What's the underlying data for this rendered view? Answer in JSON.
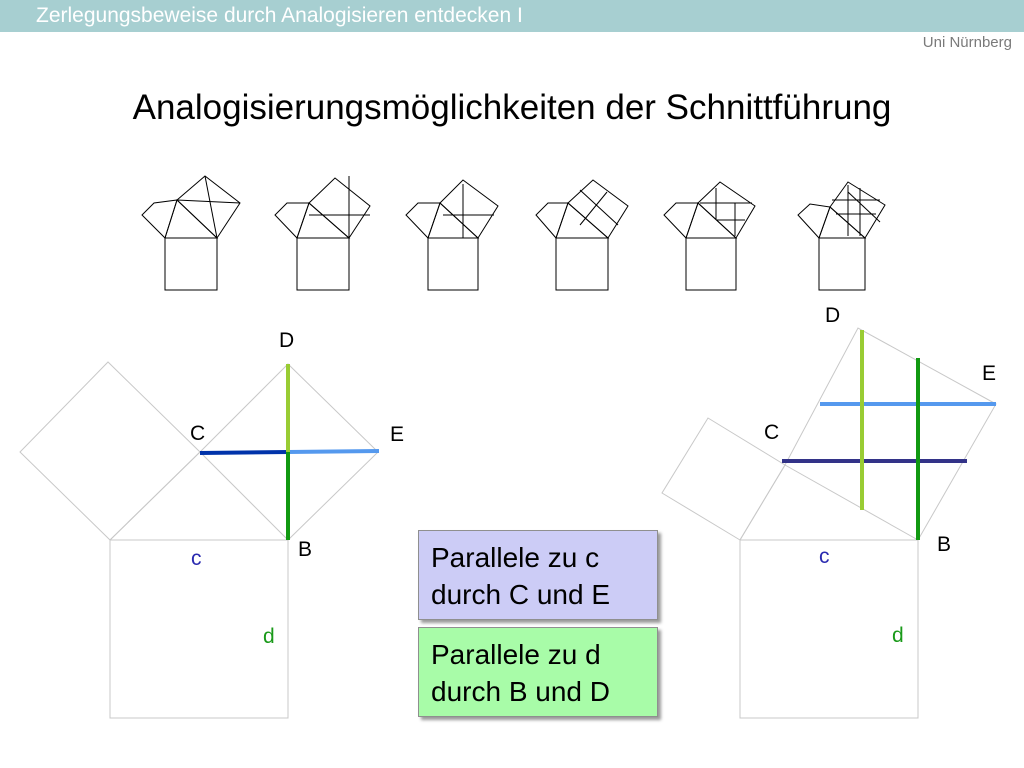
{
  "header": {
    "topic": "Zerlegungsbeweise durch Analogisieren entdecken I",
    "institution": "Uni Nürnberg"
  },
  "title": "Analogisierungsmöglichkeiten der Schnittführung",
  "left_figure": {
    "labels": {
      "D": "D",
      "C": "C",
      "E": "E",
      "B": "B",
      "c": "c",
      "d": "d"
    }
  },
  "right_figure": {
    "labels": {
      "D": "D",
      "E": "E",
      "C": "C",
      "B": "B",
      "c": "c",
      "d": "d"
    }
  },
  "notes": {
    "c_line1": "Parallele zu c",
    "c_line2": "durch C und E",
    "d_line1": "Parallele zu d",
    "d_line2": "durch B und D"
  },
  "colors": {
    "topbar": "#a7cfd1",
    "line_c_dark": "#0033aa",
    "line_c_light": "#5599ee",
    "line_d_light": "#99cc33",
    "line_d_dark": "#119911",
    "line_navy": "#333388",
    "box_c": "#ccccf6",
    "box_d": "#a8fca8"
  }
}
